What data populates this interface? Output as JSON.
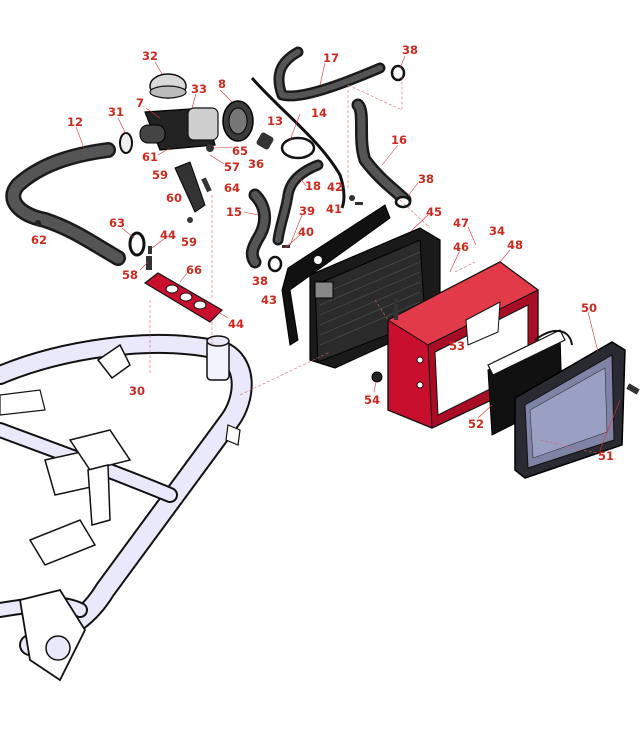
{
  "diagram": {
    "callouts": [
      "32",
      "33",
      "8",
      "7",
      "31",
      "12",
      "61",
      "65",
      "57",
      "36",
      "59",
      "64",
      "60",
      "62",
      "63",
      "44",
      "59",
      "58",
      "66",
      "44",
      "30",
      "17",
      "38",
      "14",
      "13",
      "16",
      "38",
      "18",
      "42",
      "41",
      "15",
      "39",
      "40",
      "45",
      "47",
      "34",
      "48",
      "46",
      "38",
      "43",
      "53",
      "50",
      "54",
      "52",
      "51"
    ]
  },
  "colors": {
    "housing_red": "#c8102e",
    "frame_lavender": "#e9e9fb",
    "screen_blue": "#7f84a6",
    "label_red": "#cc2a1e"
  }
}
